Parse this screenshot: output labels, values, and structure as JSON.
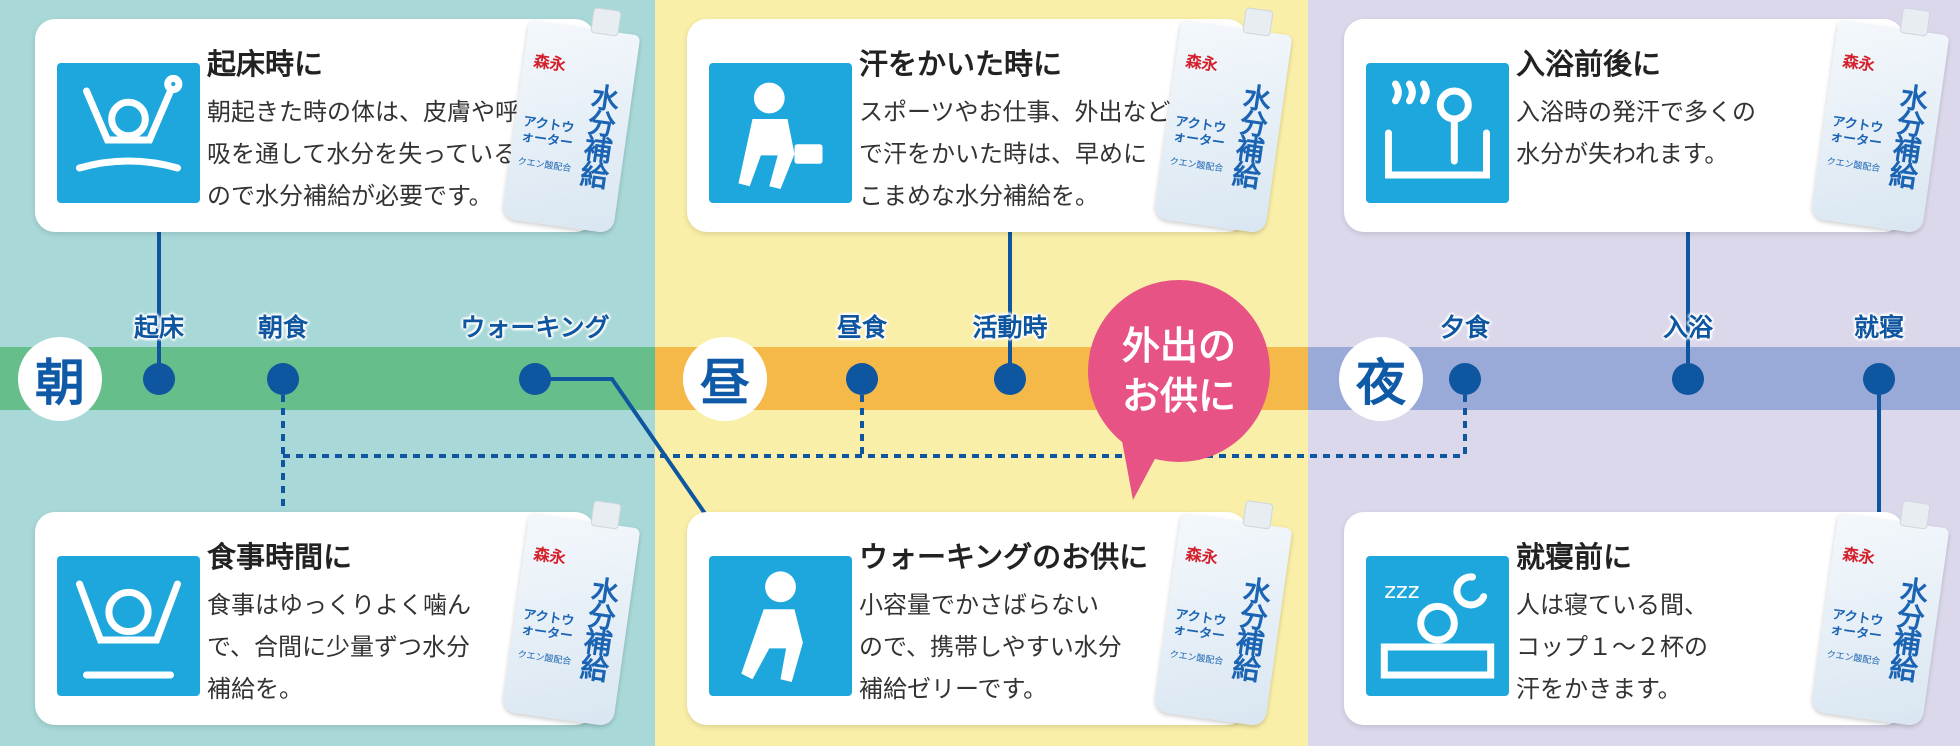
{
  "colors": {
    "morning_bg": "#a8d8d8",
    "noon_bg": "#f9efa8",
    "night_bg": "#dcd8ec",
    "morning_band": "#66bf8a",
    "noon_band": "#f5b94a",
    "night_band": "#9aaad8",
    "dot": "#0f56a0",
    "icon_bg": "#1ea7dc",
    "bubble": "#e75384"
  },
  "periods": [
    "朝",
    "昼",
    "夜"
  ],
  "timeline": [
    "起床",
    "朝食",
    "ウォーキング",
    "昼食",
    "活動時",
    "夕食",
    "入浴",
    "就寝"
  ],
  "bubble": "外出の\nお供に",
  "product": {
    "brand_logo": "森永",
    "name": "アクトウォーター",
    "main": "水分補給",
    "details": "クエン酸配合"
  },
  "cards": [
    {
      "icon": "wake-up-icon",
      "title": "起床時に",
      "body": "朝起きた時の体は、皮膚や呼\n吸を通して水分を失っている\nので水分補給が必要です。"
    },
    {
      "icon": "sweat-icon",
      "title": "汗をかいた時に",
      "body": "スポーツやお仕事、外出など\nで汗をかいた時は、早めに\nこまめな水分補給を。"
    },
    {
      "icon": "bath-icon",
      "title": "入浴前後に",
      "body": "入浴時の発汗で多くの\n水分が失われます。"
    },
    {
      "icon": "meal-icon",
      "title": "食事時間に",
      "body": "食事はゆっくりよく噛ん\nで、合間に少量ずつ水分\n補給を。"
    },
    {
      "icon": "walking-icon",
      "title": "ウォーキングのお供に",
      "body": "小容量でかさばらない\nので、携帯しやすい水分\n補給ゼリーです。"
    },
    {
      "icon": "sleep-icon",
      "title": "就寝前に",
      "body": "人は寝ている間、\nコップ１〜２杯の\n汗をかきます。"
    }
  ]
}
